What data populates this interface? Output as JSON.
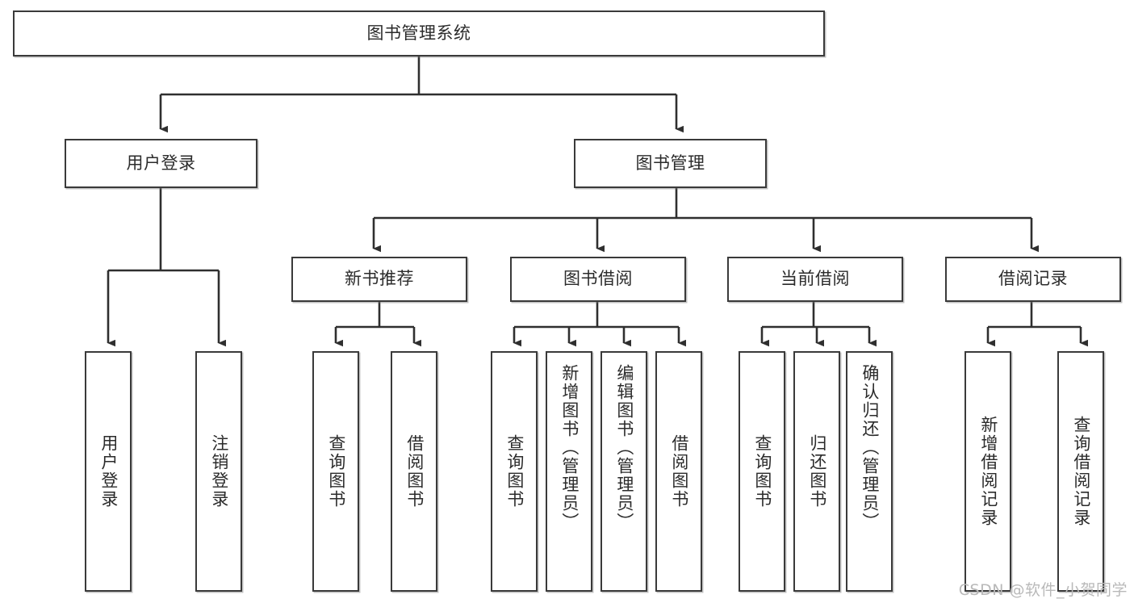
{
  "diagram": {
    "title": "图书管理系统",
    "type": "tree-hierarchy-diagram",
    "root": {
      "id": "root",
      "label": "图书管理系统"
    },
    "level1": [
      {
        "id": "user-login",
        "label": "用户登录"
      },
      {
        "id": "book-management",
        "label": "图书管理"
      }
    ],
    "level2": [
      {
        "id": "new-book-recommend",
        "label": "新书推荐",
        "parent": "book-management"
      },
      {
        "id": "book-borrow",
        "label": "图书借阅",
        "parent": "book-management"
      },
      {
        "id": "current-borrow",
        "label": "当前借阅",
        "parent": "book-management"
      },
      {
        "id": "borrow-record",
        "label": "借阅记录",
        "parent": "book-management"
      }
    ],
    "leaves": [
      {
        "id": "leaf-user-login",
        "label": "用户登录",
        "parent": "user-login"
      },
      {
        "id": "leaf-logout-login",
        "label": "注销登录",
        "parent": "user-login"
      },
      {
        "id": "leaf-query-book-1",
        "label": "查询图书",
        "parent": "new-book-recommend"
      },
      {
        "id": "leaf-borrow-book-1",
        "label": "借阅图书",
        "parent": "new-book-recommend"
      },
      {
        "id": "leaf-query-book-2",
        "label": "查询图书",
        "parent": "book-borrow"
      },
      {
        "id": "leaf-add-book",
        "label": "新增图书（管理员）",
        "parent": "book-borrow"
      },
      {
        "id": "leaf-edit-book",
        "label": "编辑图书（管理员）",
        "parent": "book-borrow"
      },
      {
        "id": "leaf-borrow-book-2",
        "label": "借阅图书",
        "parent": "book-borrow"
      },
      {
        "id": "leaf-query-book-3",
        "label": "查询图书",
        "parent": "current-borrow"
      },
      {
        "id": "leaf-return-book",
        "label": "归还图书",
        "parent": "current-borrow"
      },
      {
        "id": "leaf-confirm-return",
        "label": "确认归还（管理员）",
        "parent": "current-borrow"
      },
      {
        "id": "leaf-add-record",
        "label": "新增借阅记录",
        "parent": "borrow-record"
      },
      {
        "id": "leaf-query-record",
        "label": "查询借阅记录",
        "parent": "borrow-record"
      }
    ],
    "colors": {
      "stroke": "#3a3a3a",
      "text": "#2b2b2b",
      "background": "#ffffff",
      "watermark": "#b9b9b9"
    }
  },
  "watermark": {
    "text": "CSDN @软件_小贺同学"
  }
}
